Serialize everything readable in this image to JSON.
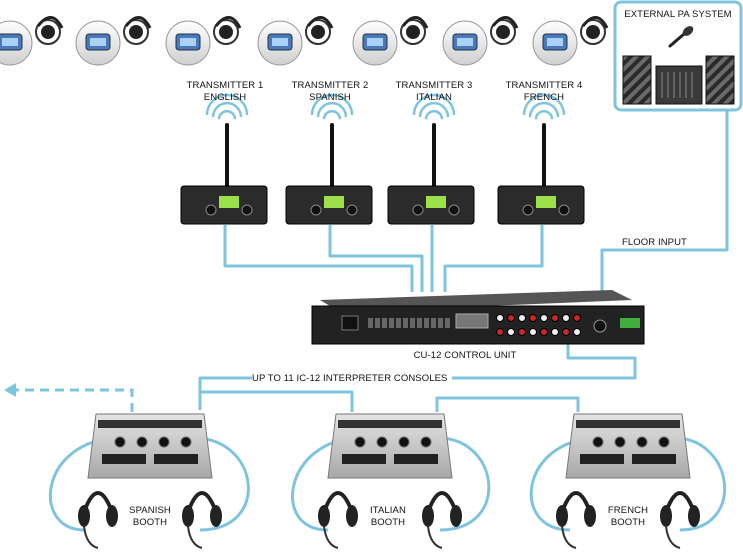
{
  "pa_system": {
    "title": "EXTERNAL PA SYSTEM"
  },
  "transmitters": [
    {
      "line1": "TRANSMITTER 1",
      "line2": "ENGLISH"
    },
    {
      "line1": "TRANSMITTER 2",
      "line2": "SPANISH"
    },
    {
      "line1": "TRANSMITTER 3",
      "line2": "ITALIAN"
    },
    {
      "line1": "TRANSMITTER 4",
      "line2": "FRENCH"
    }
  ],
  "floor_input": "FLOOR INPUT",
  "control_unit": {
    "label": "CU-12 CONTROL UNIT"
  },
  "consoles_note": "UP TO 11 IC-12 INTERPRETER CONSOLES",
  "booths": [
    {
      "line1": "SPANISH",
      "line2": "BOOTH"
    },
    {
      "line1": "ITALIAN",
      "line2": "BOOTH"
    },
    {
      "line1": "FRENCH",
      "line2": "BOOTH"
    }
  ],
  "colors": {
    "cable": "#7fc4df",
    "device": "#2b2b2b",
    "lcd": "#9be04a",
    "console": "#c9c9c9"
  }
}
